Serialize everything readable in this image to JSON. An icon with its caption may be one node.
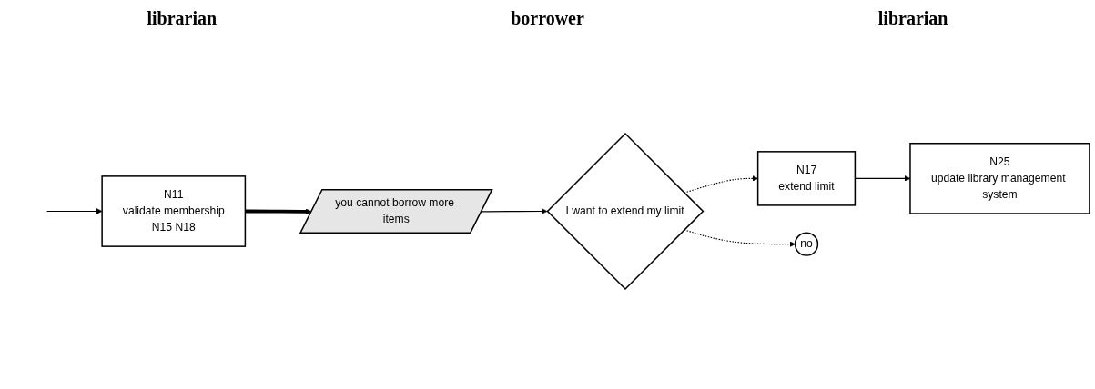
{
  "diagram": {
    "nodes": [
      {
        "text": [
          "N11",
          "validate membership",
          "N15 N18"
        ]
      },
      {
        "text": [
          "you cannot borrow more items"
        ]
      },
      {
        "text": [
          "I want to extend my limit"
        ]
      },
      {
        "text": [
          "N17",
          "extend limit"
        ]
      },
      {
        "text": [
          "N25",
          "update library management system"
        ]
      },
      {
        "text": [
          "no"
        ]
      }
    ],
    "edges": [
      {
        "from": null,
        "to": 0,
        "arrow": "to"
      },
      {
        "from": 0,
        "to": 1,
        "arrow": "to",
        "style": "thick"
      },
      {
        "from": 1,
        "to": 2,
        "arrow": "to"
      },
      {
        "from": 2,
        "to": 3,
        "arrow": "to",
        "style": "dashed"
      },
      {
        "from": 2,
        "to": 5,
        "arrow": "to",
        "style": "dashed"
      },
      {
        "from": 3,
        "to": 4,
        "arrow": "to"
      }
    ],
    "labels": [
      "librarian",
      "borrower",
      "librarian"
    ]
  }
}
